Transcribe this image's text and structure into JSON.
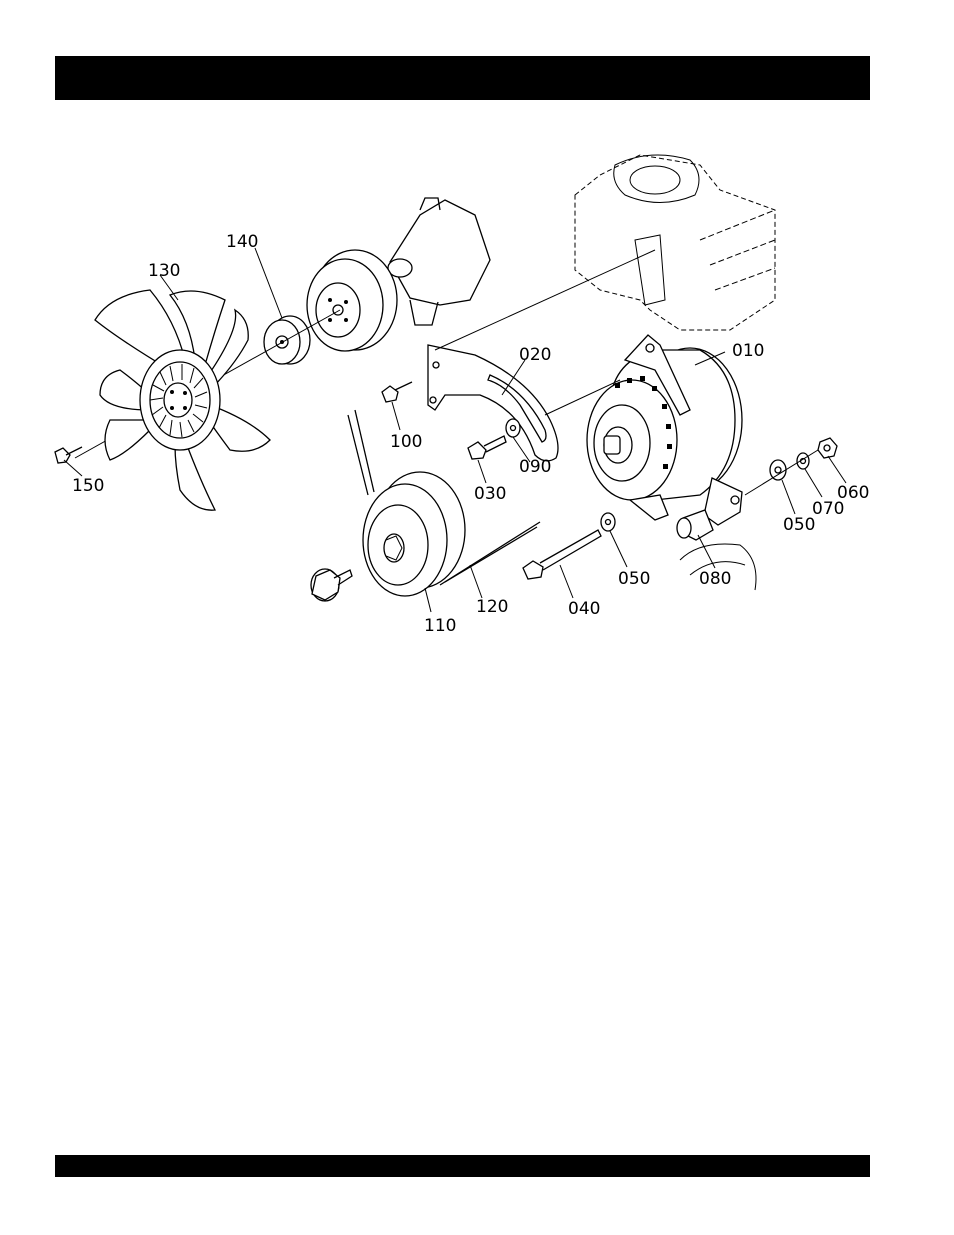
{
  "diagram": {
    "part_labels": {
      "p010": "010",
      "p020": "020",
      "p030": "030",
      "p040": "040",
      "p050a": "050",
      "p050b": "050",
      "p060": "060",
      "p070": "070",
      "p080": "080",
      "p090": "090",
      "p100": "100",
      "p110": "110",
      "p120": "120",
      "p130": "130",
      "p140": "140",
      "p150": "150"
    }
  }
}
